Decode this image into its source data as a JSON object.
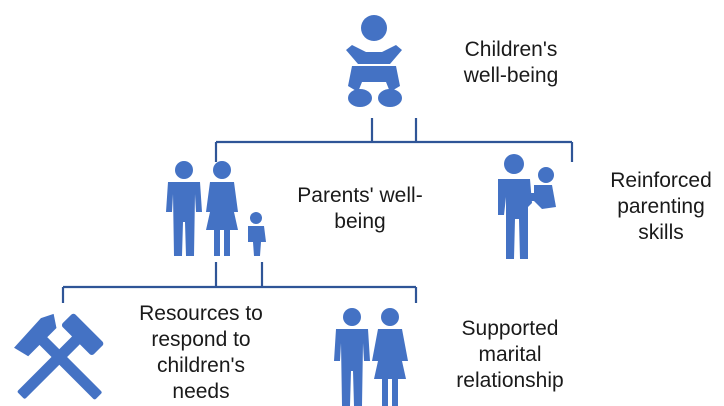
{
  "colors": {
    "icon": "#4472C4",
    "connector": "#2F5597",
    "text": "#1a1a1a"
  },
  "nodes": {
    "children": {
      "label_line1": "Children's",
      "label_line2": "well-being",
      "icon": "baby-icon"
    },
    "parents": {
      "label_line1": "Parents' well-",
      "label_line2": "being",
      "icon": "family-icon"
    },
    "parenting": {
      "label_line1": "Reinforced",
      "label_line2": "parenting",
      "label_line3": "skills",
      "icon": "parent-holding-child-icon"
    },
    "resources": {
      "label_line1": "Resources to",
      "label_line2": "respond to",
      "label_line3": "children's",
      "label_line4": "needs",
      "icon": "hammers-icon"
    },
    "marital": {
      "label_line1": "Supported",
      "label_line2": "marital",
      "label_line3": "relationship",
      "icon": "couple-icon"
    }
  }
}
